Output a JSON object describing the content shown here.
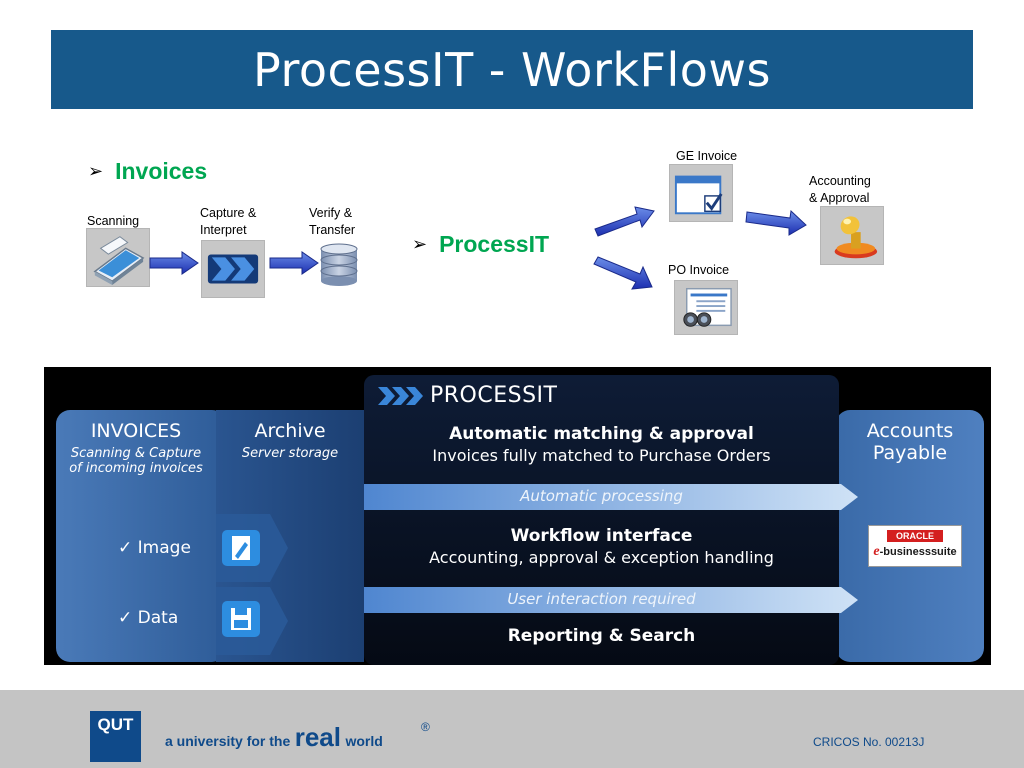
{
  "title": "ProcessIT - WorkFlows",
  "invoices_flow": {
    "bullet_label": "Invoices",
    "steps": [
      {
        "line1": "Scanning",
        "line2": ""
      },
      {
        "line1": "Capture &",
        "line2": "Interpret"
      },
      {
        "line1": "Verify &",
        "line2": "Transfer"
      }
    ]
  },
  "processit_flow": {
    "bullet_label": "ProcessIT",
    "ge_invoice": "GE Invoice",
    "po_invoice": "PO Invoice",
    "accounting_line1": "Accounting",
    "accounting_line2": "& Approval"
  },
  "banner": {
    "brand": "PROCESSIT",
    "invoices": {
      "title": "INVOICES",
      "sub1": "Scanning & Capture",
      "sub2": "of incoming invoices"
    },
    "archive": {
      "title": "Archive",
      "sub": "Server storage"
    },
    "image_label": "Image",
    "data_label": "Data",
    "check_glyph": "✓",
    "row1": {
      "title": "Automatic matching & approval",
      "sub": "Invoices fully matched to Purchase Orders"
    },
    "arrow1": "Automatic processing",
    "row2": {
      "title": "Workflow interface",
      "sub": "Accounting, approval & exception handling"
    },
    "arrow2": "User interaction required",
    "row3": {
      "title": "Reporting & Search"
    },
    "accounts_payable": {
      "line1": "Accounts",
      "line2": "Payable"
    },
    "oracle": {
      "line1": "ORACLE",
      "prefix": "e",
      "line2": "-businesssuite"
    }
  },
  "footer": {
    "logo_text": "QUT",
    "tagline_prefix": "a university for the",
    "tagline_real": "real",
    "tagline_world": "world",
    "registered": "®",
    "cricos": "CRICOS No. 00213J"
  },
  "colors": {
    "title_bg": "#17598b",
    "bullet_green": "#00a651",
    "flow_arrow": "#2233bb",
    "banner_blue": "#3f6fae",
    "footer_bg": "#c4c4c4",
    "qut_blue": "#0f4a8a"
  }
}
